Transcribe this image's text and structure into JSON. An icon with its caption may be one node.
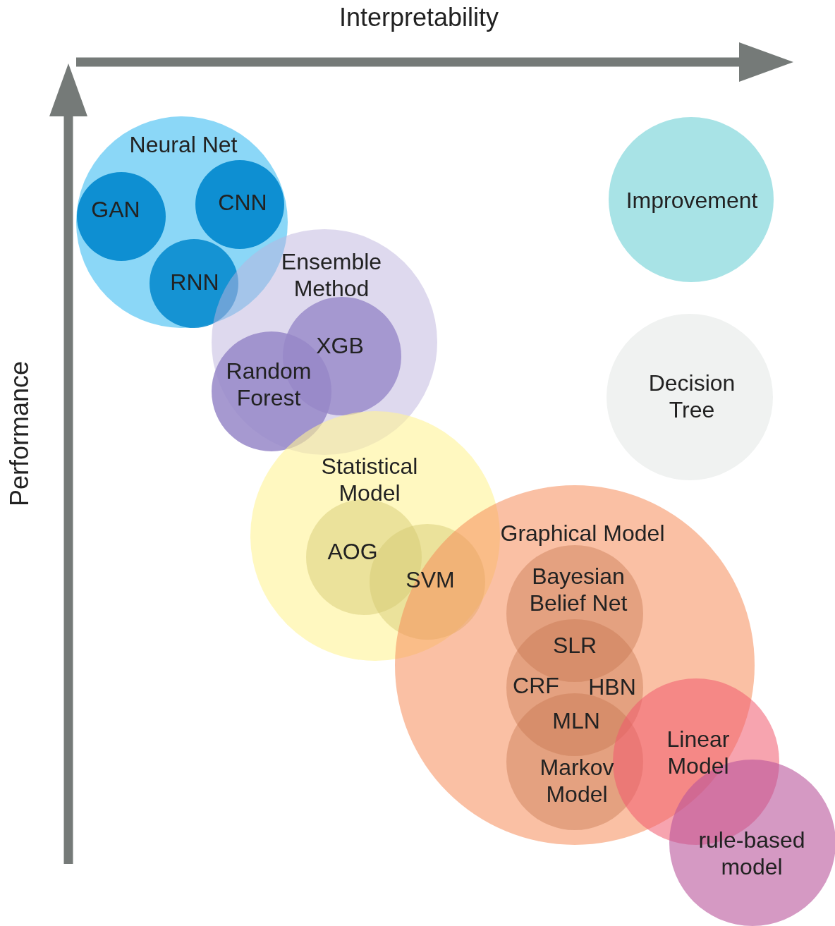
{
  "diagram": {
    "nodes": [
      {
        "text": [
          "Neural Net"
        ]
      },
      {
        "text": [
          "GAN"
        ],
        "in": 0
      },
      {
        "text": [
          "CNN"
        ],
        "in": 0
      },
      {
        "text": [
          "RNN"
        ],
        "in": 0
      },
      {
        "text": [
          "Ensemble Method"
        ]
      },
      {
        "text": [
          "XGB"
        ],
        "in": 4
      },
      {
        "text": [
          "Random Forest"
        ],
        "in": 4
      },
      {
        "text": [
          "Statistical Model"
        ]
      },
      {
        "text": [
          "AOG"
        ],
        "in": 7
      },
      {
        "text": [
          "SVM"
        ],
        "in": 7
      },
      {
        "text": [
          "Graphical Model"
        ]
      },
      {
        "text": [
          "Bayesian Belief Net"
        ],
        "in": 10
      },
      {
        "text": [
          "SLR",
          "CRF",
          "HBN",
          "MLN"
        ],
        "in": 10
      },
      {
        "text": [
          "Markov Model"
        ],
        "in": 10
      },
      {
        "text": [
          "Linear Model"
        ]
      },
      {
        "text": [
          "rule-based model"
        ]
      },
      {
        "text": [
          "Improvement"
        ]
      },
      {
        "text": [
          "Decision Tree"
        ]
      }
    ],
    "labels": [
      "Interpretability",
      "Performance"
    ]
  }
}
